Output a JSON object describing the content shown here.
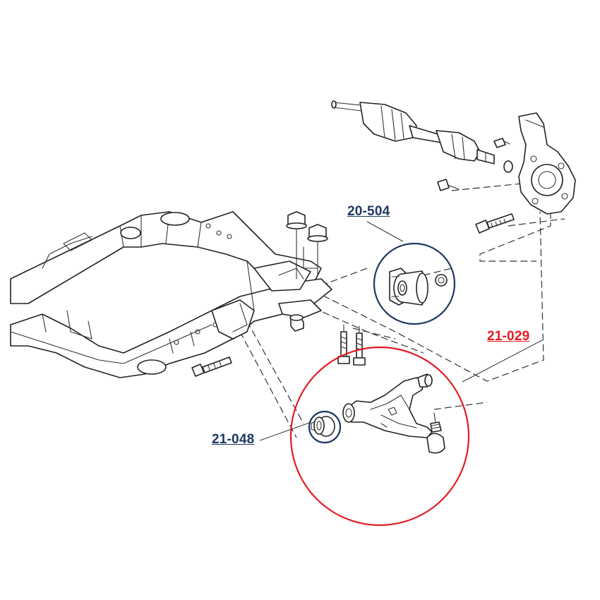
{
  "labels": {
    "bushing_upper": "20-504",
    "control_arm": "21-029",
    "bushing_lower": "21-048"
  },
  "colors": {
    "navy": "#1f3864",
    "red": "#e31b23",
    "ink": "#222222"
  }
}
